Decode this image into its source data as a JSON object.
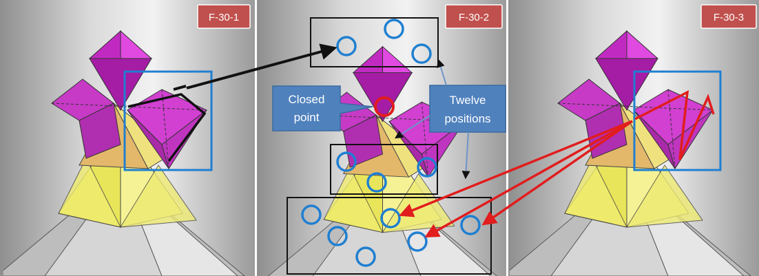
{
  "panels": [
    {
      "tag": "F-30-1"
    },
    {
      "tag": "F-30-2"
    },
    {
      "tag": "F-30-3"
    }
  ],
  "callouts": {
    "closed_point_line1": "Closed",
    "closed_point_line2": "point",
    "twelve_positions_line1": "Twelve",
    "twelve_positions_line2": "positions"
  },
  "colors": {
    "octahedron": "#d633d6",
    "tetrahedron": "#f2ef73",
    "highlight_box": "#1f7fd1",
    "circle": "#1f7fd1",
    "closed_point_circle": "#e11d1d",
    "arrow_red": "#e11d1d",
    "arrow_black": "#111111",
    "tag": "#c0504d",
    "callout": "#4f81bd"
  }
}
